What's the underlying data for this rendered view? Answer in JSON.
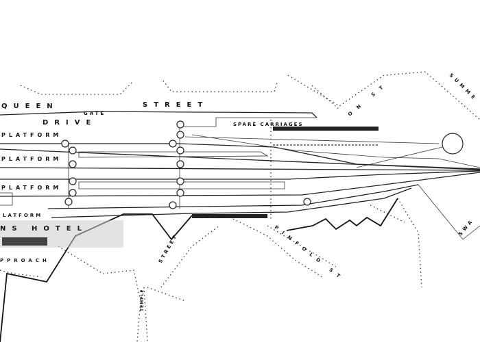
{
  "map": {
    "streets": {
      "queen": "QUEEN",
      "street": "STREET",
      "gate": "GATE",
      "drive": "DRIVE",
      "street_sw": "STREET",
      "pinfold": "PINFOLD ST",
      "temple": "TEMPLE",
      "approach": "PPROACH",
      "on_st": "ON ST",
      "summer": "SUMME",
      "swa": "SWA"
    },
    "labels": {
      "spare_carriages": "SPARE CARRIAGES",
      "platforms": [
        "PLATFORM",
        "PLATFORM",
        "PLATFORM",
        "LATFORM"
      ],
      "hotel": "NS HOTEL"
    },
    "colors": {
      "ink": "#111111",
      "paper": "#ffffff"
    }
  }
}
